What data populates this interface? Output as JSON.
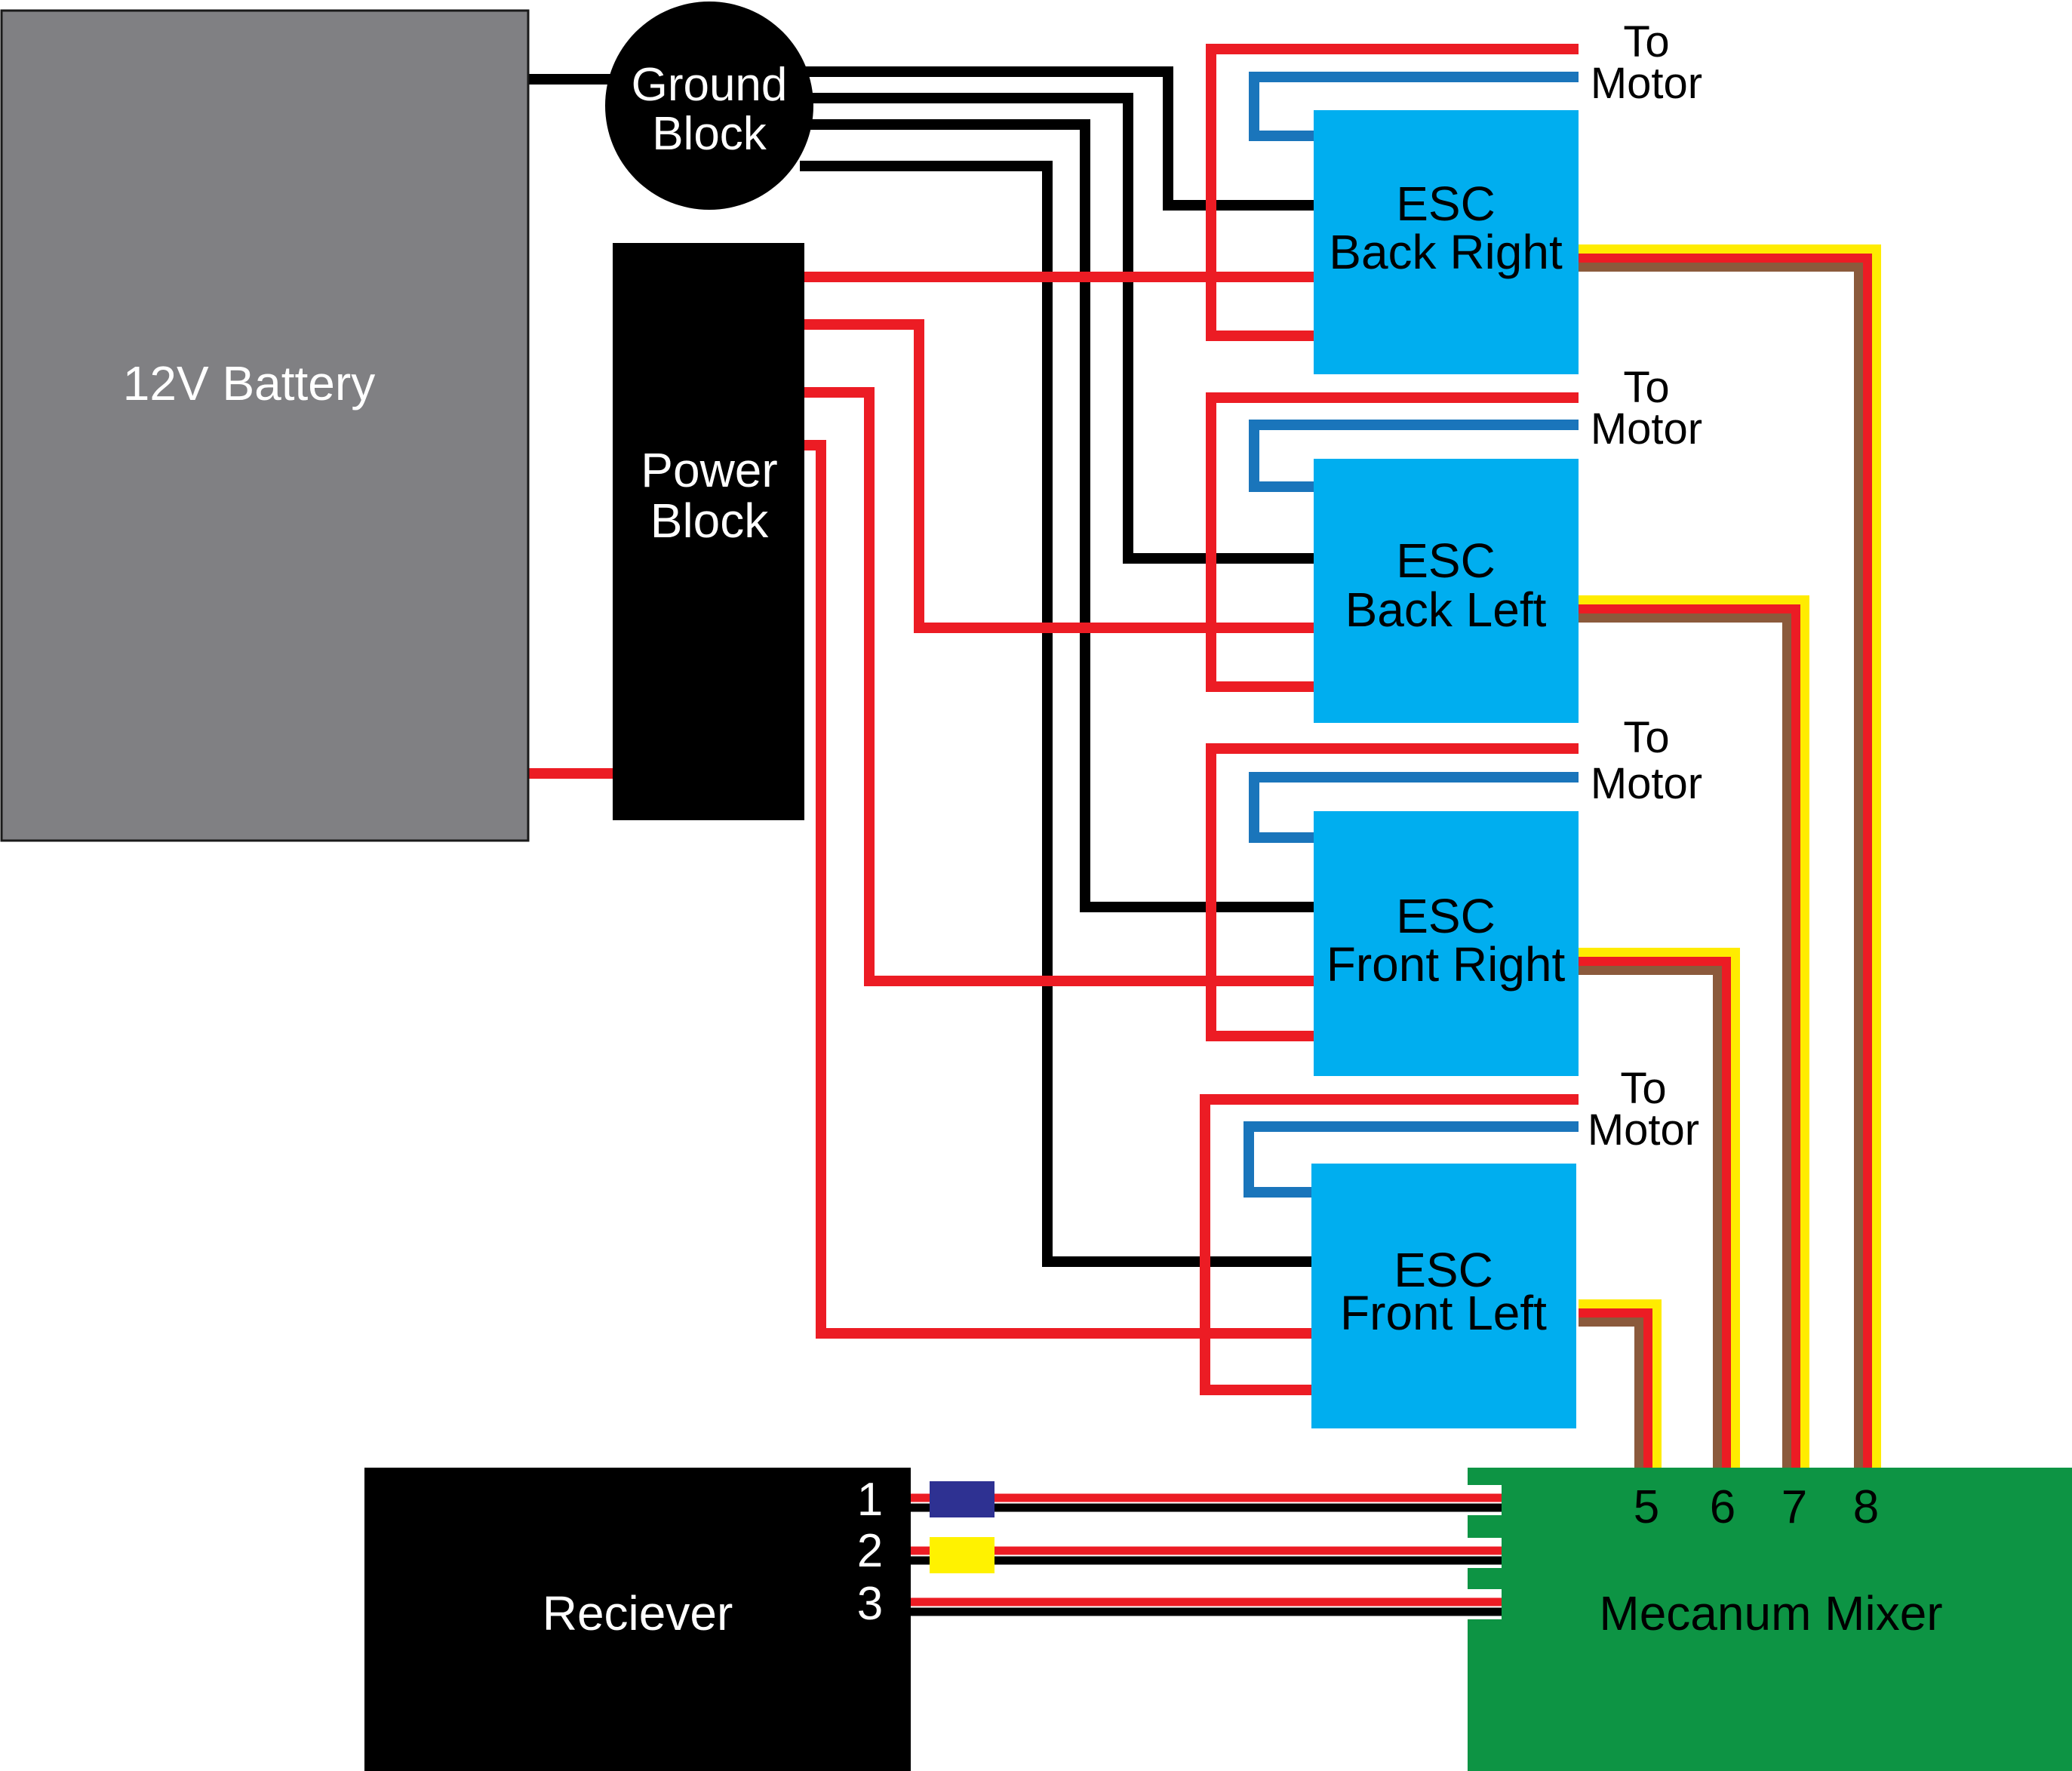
{
  "battery": {
    "label": "12V Battery",
    "color": "#808083"
  },
  "ground_block": {
    "line1": "Ground",
    "line2": "Block"
  },
  "power_block": {
    "line1": "Power",
    "line2": "Block"
  },
  "escs": [
    {
      "line1": "ESC",
      "line2": "Back Right"
    },
    {
      "line1": "ESC",
      "line2": "Back Left"
    },
    {
      "line1": "ESC",
      "line2": "Front Right"
    },
    {
      "line1": "ESC",
      "line2": "Front Left"
    }
  ],
  "motor_labels": [
    {
      "line1": "To",
      "line2": "Motor"
    },
    {
      "line1": "To",
      "line2": "Motor"
    },
    {
      "line1": "To",
      "line2": "Motor"
    },
    {
      "line1": "To",
      "line2": "Motor"
    }
  ],
  "receiver": {
    "label": "Reciever",
    "channels": [
      "1",
      "2",
      "3"
    ]
  },
  "mixer": {
    "label": "Mecanum Mixer",
    "ports": [
      "5",
      "6",
      "7",
      "8"
    ]
  },
  "colors": {
    "red_wire": "#ec1c24",
    "black_wire": "#000000",
    "blue_wire": "#1a75bb",
    "brown_wire": "#8b5a3c",
    "yellow_wire": "#ffec00",
    "esc_fill": "#00aeef",
    "mixer_fill": "#0d9444",
    "connector_blue": "#2e3192",
    "connector_yellow": "#fff200"
  }
}
